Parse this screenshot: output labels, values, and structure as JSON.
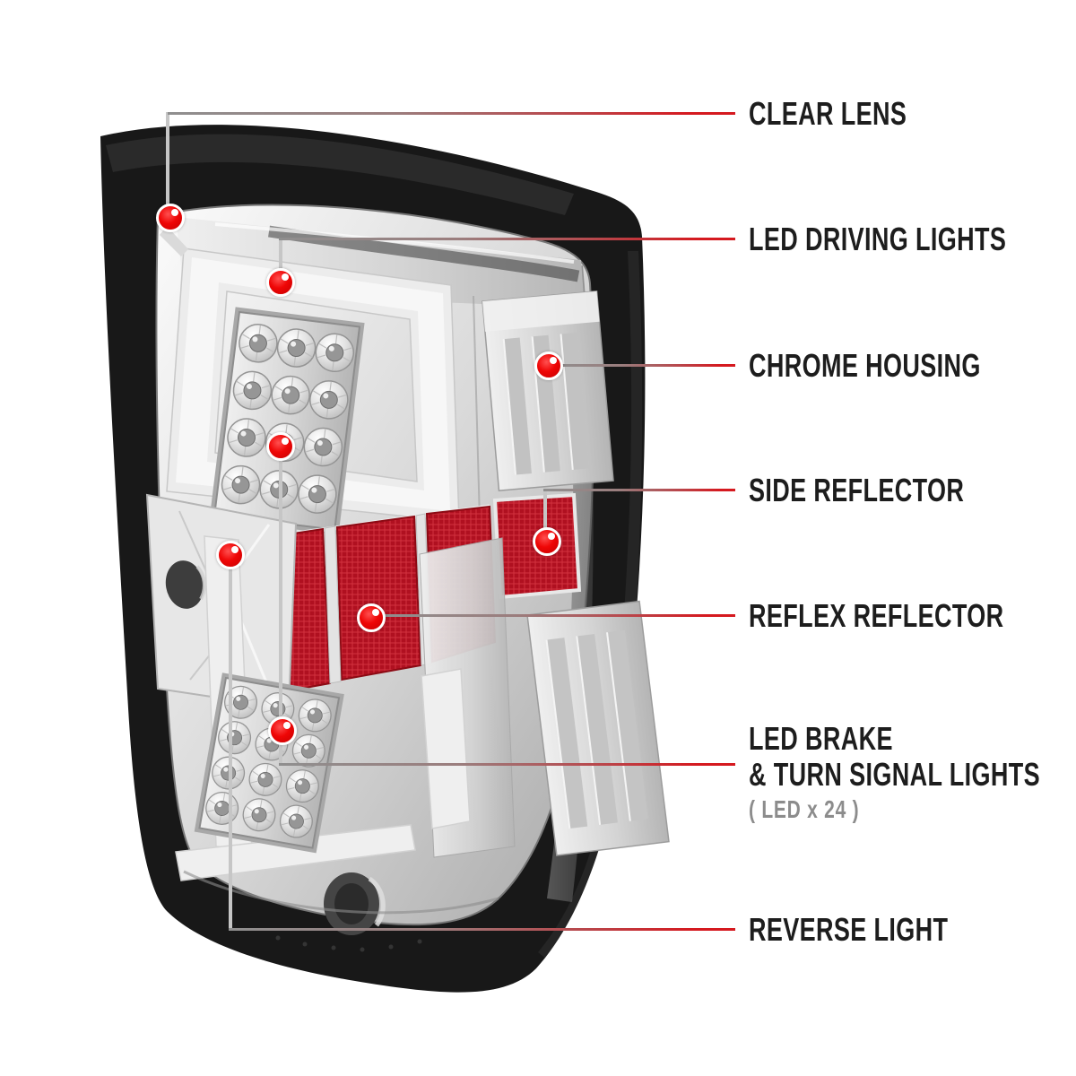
{
  "background": "#ffffff",
  "colors": {
    "accent_red": "#d5191f",
    "dot_red": "#ef0606",
    "leader_gray": "#8f8f8f",
    "label_text": "#1d1d1d",
    "note_gray": "#8c8c8c",
    "reflector_red": "#b01020",
    "housing_black": "#181818"
  },
  "callouts": [
    {
      "id": "clear-lens",
      "label": "CLEAR LENS"
    },
    {
      "id": "led-driving-lights",
      "label": "LED DRIVING LIGHTS"
    },
    {
      "id": "chrome-housing",
      "label": "CHROME HOUSING"
    },
    {
      "id": "side-reflector",
      "label": "SIDE REFLECTOR"
    },
    {
      "id": "reflex-reflector",
      "label": "REFLEX REFLECTOR"
    },
    {
      "id": "led-brake-turn-signal",
      "label": "LED BRAKE",
      "label2": "& TURN SIGNAL LIGHTS",
      "note": "( LED x 24 )"
    },
    {
      "id": "reverse-light",
      "label": "REVERSE LIGHT"
    }
  ]
}
